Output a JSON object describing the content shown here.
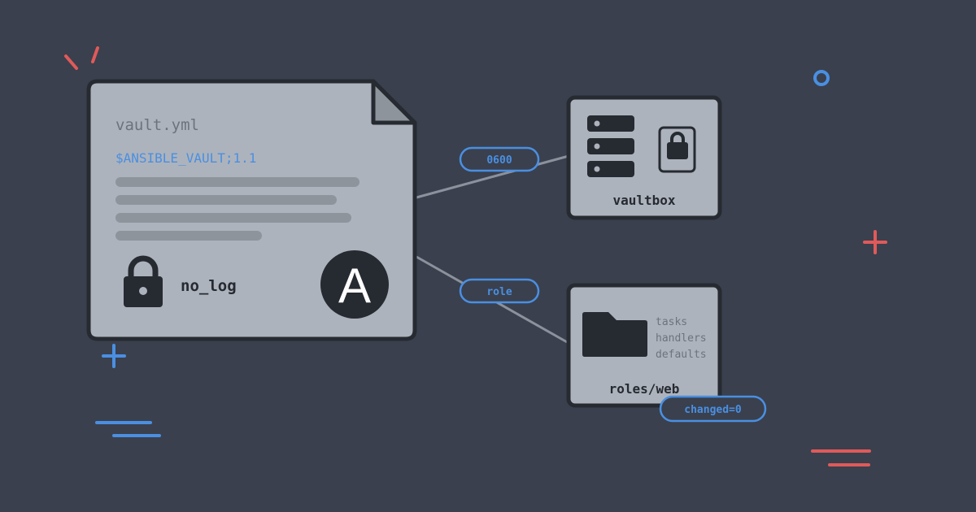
{
  "colors": {
    "background": "#3a404d",
    "card": "#adb3bc",
    "outline": "#262a31",
    "accent_blue": "#4a8fe2",
    "accent_red": "#e05a5a",
    "connector": "#8b929d",
    "text_line": "#8e949c"
  },
  "document": {
    "filename": "vault.yml",
    "header": "$ANSIBLE_VAULT;1.1",
    "lock_label": "no_log",
    "logo_letter": "A",
    "icons": [
      "lock-icon",
      "ansible-logo-icon"
    ]
  },
  "connections": [
    {
      "label": "0600"
    },
    {
      "label": "role"
    }
  ],
  "vaultbox": {
    "title": "vaultbox",
    "icons": [
      "server-stack-icon",
      "lock-icon"
    ]
  },
  "roles": {
    "title": "roles/web",
    "items": [
      "tasks",
      "handlers",
      "defaults"
    ],
    "status": "changed=0",
    "icons": [
      "folder-icon"
    ]
  }
}
